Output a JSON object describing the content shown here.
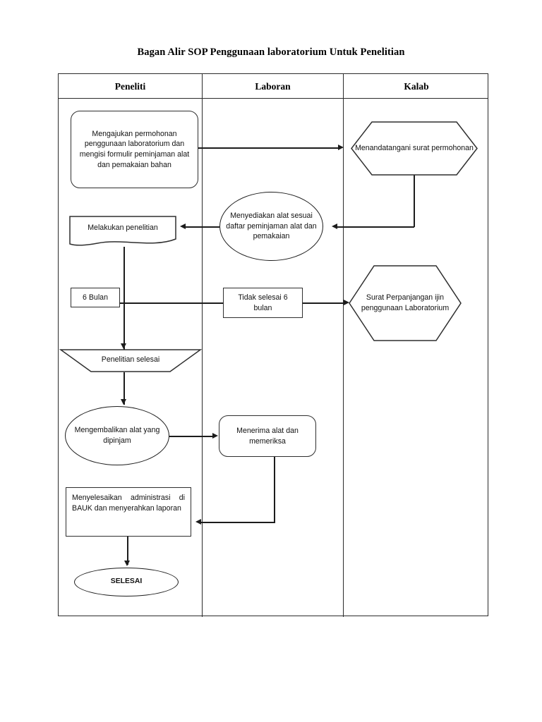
{
  "document": {
    "title": "Bagan Alir SOP Penggunaan laboratorium Untuk Penelitian"
  },
  "lanes": [
    {
      "id": "peneliti",
      "label": "Peneliti"
    },
    {
      "id": "laboran",
      "label": "Laboran"
    },
    {
      "id": "kalab",
      "label": "Kalab"
    }
  ],
  "nodes": {
    "ajukan_permohonan": {
      "label": "Mengajukan permohonan penggunaan laboratorium dan mengisi formulir peminjaman alat dan pemakaian bahan",
      "shape": "rounded-rectangle",
      "lane": "peneliti"
    },
    "tanda_tangan": {
      "label": "Menandatangani surat permohonan",
      "shape": "hexagon",
      "lane": "kalab"
    },
    "menyediakan_alat": {
      "label": "Menyediakan alat sesuai daftar peminjaman alat dan pemakaian",
      "shape": "ellipse",
      "lane": "laboran"
    },
    "melakukan_penelitian": {
      "label": "Melakukan penelitian",
      "shape": "document",
      "lane": "peneliti"
    },
    "enam_bulan": {
      "label": "6 Bulan",
      "shape": "rectangle",
      "lane": "peneliti"
    },
    "tidak_selesai": {
      "label": "Tidak selesai 6 bulan",
      "shape": "rectangle",
      "lane": "laboran"
    },
    "surat_perpanjangan": {
      "label": "Surat Perpanjangan ijin penggunaan Laboratorium",
      "shape": "hexagon",
      "lane": "kalab"
    },
    "penelitian_selesai": {
      "label": "Penelitian selesai",
      "shape": "trapezoid",
      "lane": "peneliti"
    },
    "mengembalikan_alat": {
      "label": "Mengembalikan alat yang dipinjam",
      "shape": "ellipse",
      "lane": "peneliti"
    },
    "menerima_alat": {
      "label": "Menerima alat dan memeriksa",
      "shape": "rounded-rectangle",
      "lane": "laboran"
    },
    "administrasi": {
      "label": "Menyelesaikan administrasi di BAUK dan menyerahkan laporan",
      "shape": "rectangle",
      "lane": "peneliti"
    },
    "selesai": {
      "label": "SELESAI",
      "shape": "ellipse",
      "lane": "peneliti"
    }
  },
  "colors": {
    "stroke": "#2f2f2f",
    "connector": "#1c1c1c",
    "background": "#ffffff",
    "text": "#111111"
  }
}
